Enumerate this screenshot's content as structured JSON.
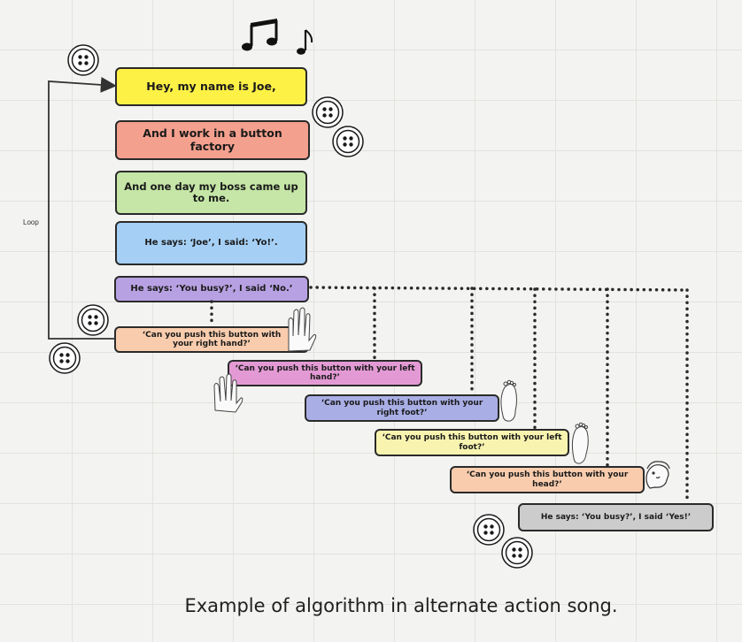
{
  "diagram": {
    "steps": [
      {
        "text": "Hey, my name is Joe,",
        "color": "#fef146"
      },
      {
        "text": "And I work in a button factory",
        "color": "#f4a08e"
      },
      {
        "text": "And one day my boss came up to me.",
        "color": "#c5e6a6"
      },
      {
        "text": "He says: ‘Joe’, I said: ‘Yo!’.",
        "color": "#a5cff4"
      },
      {
        "text": "He says: ‘You busy?’, I said ‘No.’",
        "color": "#b7a1e2"
      },
      {
        "text": "‘Can you push this button with your right hand?’",
        "color": "#f8ccad"
      },
      {
        "text": "‘Can you push this button with your left hand?’",
        "color": "#e39ad4"
      },
      {
        "text": "‘Can you push this button with your right foot?’",
        "color": "#a9aee5"
      },
      {
        "text": "‘Can you push this button with your left foot?’",
        "color": "#f8f4b0"
      },
      {
        "text": "‘Can you push this button with your head?’",
        "color": "#f8ccad"
      },
      {
        "text": "He says: ‘You busy?’, I said ‘Yes!’",
        "color": "#cccccc"
      }
    ],
    "loop_label": "Loop",
    "caption": "Example of algorithm in alternate action song.",
    "icons": [
      "music-notes-icon",
      "button-icon",
      "hand-icon",
      "foot-icon",
      "head-icon"
    ]
  }
}
